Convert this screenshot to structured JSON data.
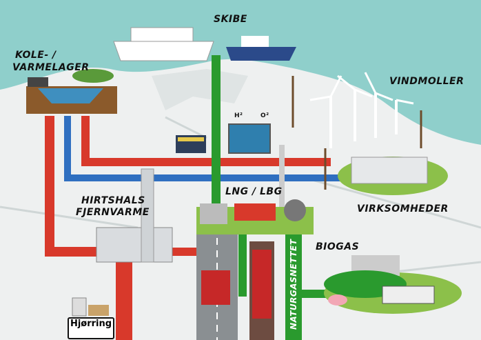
{
  "labels": {
    "ships": "SKIBE",
    "storage_line1": "KOLE- /",
    "storage_line2": "VARMELAGER",
    "wind": "VINDMOLLER",
    "district_heating_line1": "HIRTSHALS",
    "district_heating_line2": "FJERNVARME",
    "lng": "LNG / LBG",
    "companies": "VIRKSOMHEDER",
    "biogas": "BIOGAS",
    "gas_grid": "NATURGASNETTET",
    "hydrogen": "H²",
    "oxygen": "O²",
    "town_sign": "Hjørring"
  },
  "colors": {
    "sea": "#8fcfcb",
    "land": "#eef0f0",
    "heat": "#d8392b",
    "cold": "#2f6fc0",
    "gas": "#2a9a2e",
    "grass": "#8cc04a"
  }
}
